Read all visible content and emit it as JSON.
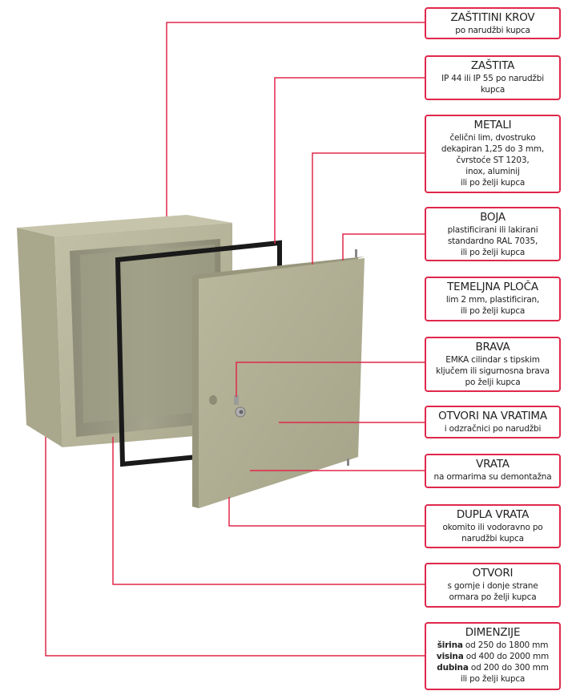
{
  "colors": {
    "accent": "#e0284a",
    "cabinet": "#b3b196",
    "gasket": "#1a1a1a"
  },
  "callouts": [
    {
      "title": "ZAŠTITINI KROV",
      "lines": [
        "po narudžbi kupca"
      ]
    },
    {
      "title": "ZAŠTITA",
      "lines": [
        "IP 44 ili IP 55 po narudžbi",
        "kupca"
      ]
    },
    {
      "title": "METALI",
      "lines": [
        "čelični lim, dvostruko",
        "dekapiran 1,25 do 3 mm,",
        "čvrstoće ST 1203,",
        "inox, aluminij",
        "ili po želji kupca"
      ]
    },
    {
      "title": "BOJA",
      "lines": [
        "plastificirani ili lakirani",
        "standardno RAL 7035,",
        "ili po želji kupca"
      ]
    },
    {
      "title": "TEMELJNA PLOČA",
      "lines": [
        "lim 2 mm, plastificiran,",
        "ili po želji kupca"
      ]
    },
    {
      "title": "BRAVA",
      "lines": [
        "EMKA cilindar s tipskim",
        "ključem ili sigurnosna brava",
        "po želji kupca"
      ]
    },
    {
      "title": "OTVORI NA VRATIMA",
      "lines": [
        "i odzračnici po narudžbi"
      ]
    },
    {
      "title": "VRATA",
      "lines": [
        "na ormarima su demontažna"
      ]
    },
    {
      "title": "DUPLA VRATA",
      "lines": [
        "okomito ili vodoravno po",
        "narudžbi kupca"
      ]
    },
    {
      "title": "OTVORI",
      "lines": [
        "s gornje i donje strane",
        "ormara po želji kupca"
      ]
    },
    {
      "title": "DIMENZIJE",
      "dims": [
        {
          "label": "širina",
          "text": " od 250 do 1800 mm"
        },
        {
          "label": "visina",
          "text": " od 400 do 2000 mm"
        },
        {
          "label": "dubina",
          "text": " od 200 do 300 mm"
        }
      ],
      "lines": [
        "ili po želji kupca"
      ]
    }
  ]
}
